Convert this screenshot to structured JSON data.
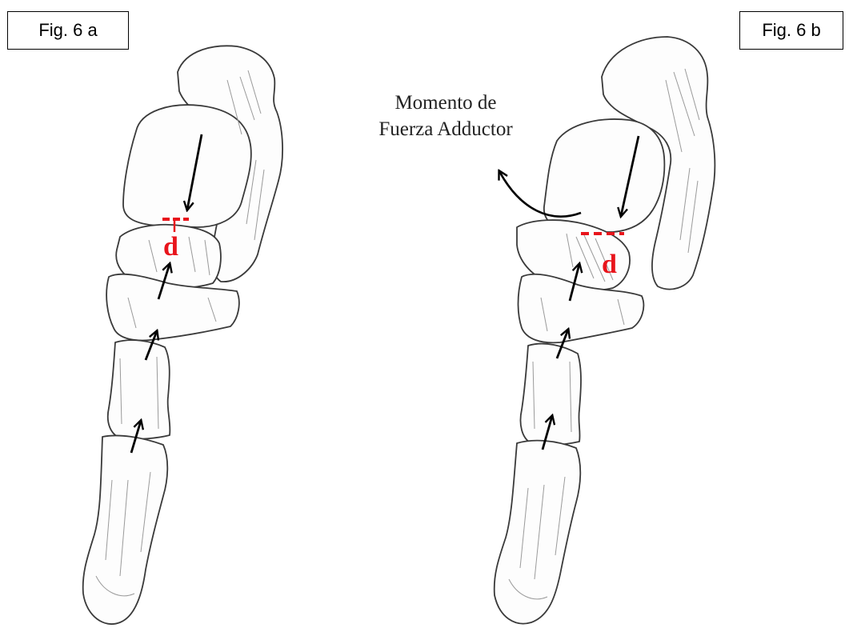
{
  "figures": {
    "a": {
      "label": "Fig. 6 a",
      "distance_label": "d"
    },
    "b": {
      "label": "Fig. 6 b",
      "distance_label": "d",
      "annotation": [
        "Momento de",
        "Fuerza Adductor"
      ]
    }
  },
  "colors": {
    "bone_outline": "#3a3a3a",
    "bone_hatch": "#9a9a9a",
    "force_arrow": "#000000",
    "moment_distance": "#e8141b"
  },
  "icons": {
    "force_arrow": "straight-arrow-icon",
    "moment_arrow": "curved-arrow-icon"
  }
}
